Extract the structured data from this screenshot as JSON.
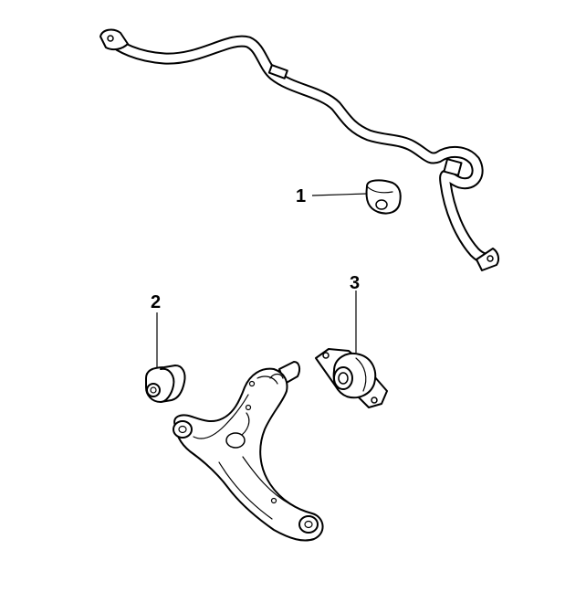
{
  "callouts": {
    "c1": "1",
    "c2": "2",
    "c3": "3"
  },
  "parts": {
    "stabilizer_bar": "stabilizer-bar",
    "stabilizer_bushing": "stabilizer-bar-bushing",
    "front_bushing": "control-arm-front-bushing",
    "rear_bushing_bracket": "control-arm-rear-bushing-bracket",
    "lower_control_arm": "lower-control-arm"
  },
  "colors": {
    "line": "#000000",
    "fill": "#ffffff"
  }
}
